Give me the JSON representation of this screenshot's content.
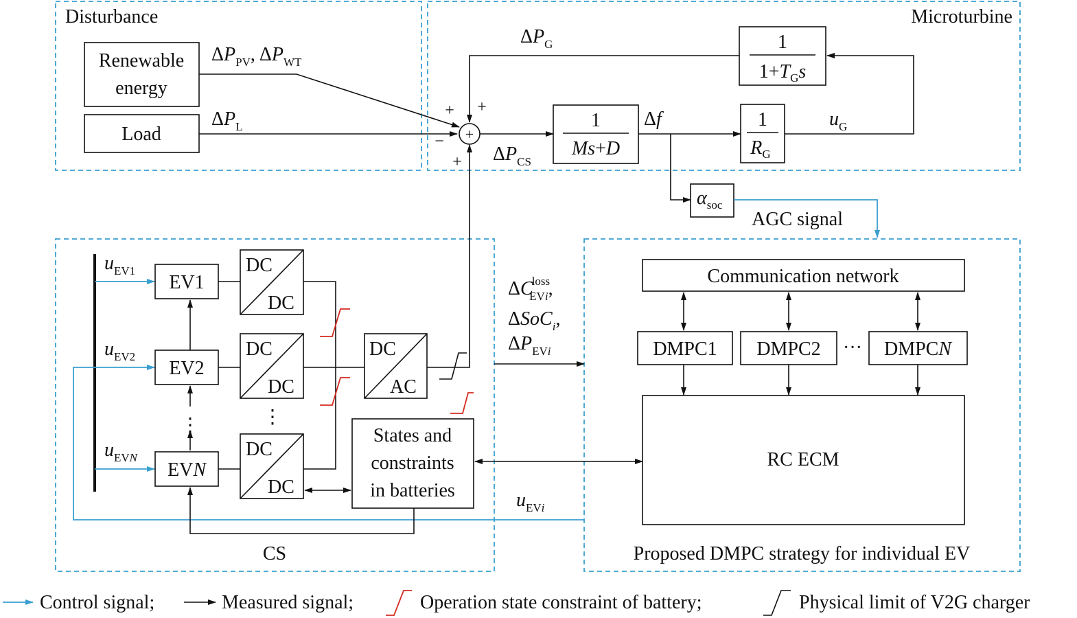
{
  "regions": {
    "disturbance": "Disturbance",
    "microturbine": "Microturbine",
    "cs": "CS",
    "proposed": "Proposed DMPC strategy for individual EV"
  },
  "blocks": {
    "renewable_line1": "Renewable",
    "renewable_line2": "energy",
    "load": "Load",
    "gen_num": "1",
    "gen_den_a": "1+",
    "gen_den_T": "T",
    "gen_den_Tsub": "G",
    "gen_den_s": "s",
    "inertia_num": "1",
    "inertia_den_Ms": "Ms",
    "inertia_den_rest": "+",
    "inertia_den_D": "D",
    "droop_num": "1",
    "droop_den_R": "R",
    "droop_den_sub": "G",
    "alpha": "α",
    "alpha_sub": "soc",
    "ev1": "EV1",
    "ev2": "EV2",
    "evn_a": "EV",
    "evn_b": "N",
    "dc": "DC",
    "ac": "AC",
    "states_line1": "States and",
    "states_line2": "constraints",
    "states_line3": "in batteries",
    "comm": "Communication network",
    "dmpc1": "DMPC1",
    "dmpc2": "DMPC2",
    "dmpcn_a": "DMPC",
    "dmpcn_b": "N",
    "dmpc_dots": "···",
    "rcecm": "RC ECM",
    "sum_symbol": "+"
  },
  "signals": {
    "delta": "Δ",
    "P": "P",
    "pv_sub": "PV",
    "comma": ",",
    "wt_sub": "WT",
    "l_sub": "L",
    "g_sub": "G",
    "cs_sub": "CS",
    "f": "f",
    "u": "u",
    "uG_sub": "G",
    "agc": "AGC signal",
    "uEV1_sub": "EV1",
    "uEV2_sub": "EV2",
    "uEVN_sub_a": "EV",
    "uEVN_sub_b": "N",
    "uEVi_sub_a": "EV",
    "uEVi_sub_b": "i",
    "C": "C",
    "C_sup": "loss",
    "C_sub_a": "EV",
    "C_sub_b": "i",
    "soc": "SoC",
    "soc_sub": "i",
    "PEVi_sub_a": "EV",
    "PEVi_sub_b": "i",
    "plus": "+",
    "minus": "−",
    "vdots": "⋮"
  },
  "legend": {
    "control": "Control signal;",
    "measured": "Measured signal;",
    "op_state": "Operation state constraint of battery;",
    "phys": "Physical limit of V2G charger"
  },
  "colors": {
    "control_signal": "#3a9fd0",
    "constraint_mark": "#d42a20",
    "line": "#111111"
  }
}
